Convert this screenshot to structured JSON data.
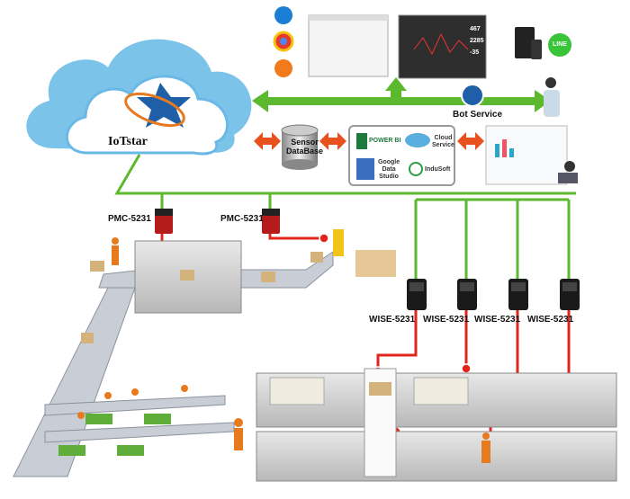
{
  "cloud": {
    "logo_text": "IoTstar"
  },
  "bot_service": {
    "label": "Bot Service"
  },
  "sensor_db": {
    "label_line1": "Sensor",
    "label_line2": "DataBase"
  },
  "services": [
    {
      "label": "POWER BI"
    },
    {
      "label_line1": "Cloud",
      "label_line2": "Service"
    },
    {
      "label_line1": "Google",
      "label_line2": "Data",
      "label_line3": "Studio"
    },
    {
      "label": "InduSoft"
    }
  ],
  "mobile": {
    "line_label": "LINE"
  },
  "dashboard": {
    "values": [
      "467",
      "2285",
      "-35"
    ]
  },
  "pmc_devices": [
    {
      "label": "PMC-5231"
    },
    {
      "label": "PMC-5231"
    }
  ],
  "wise_devices": [
    {
      "label": "WISE-5231"
    },
    {
      "label": "WISE-5231"
    },
    {
      "label": "WISE-5231"
    },
    {
      "label": "WISE-5231"
    }
  ],
  "colors": {
    "network_green": "#5cb82e",
    "signal_red": "#e0261c",
    "arrow_orange": "#e8501e",
    "cloud_blue": "#7cc3ea"
  }
}
